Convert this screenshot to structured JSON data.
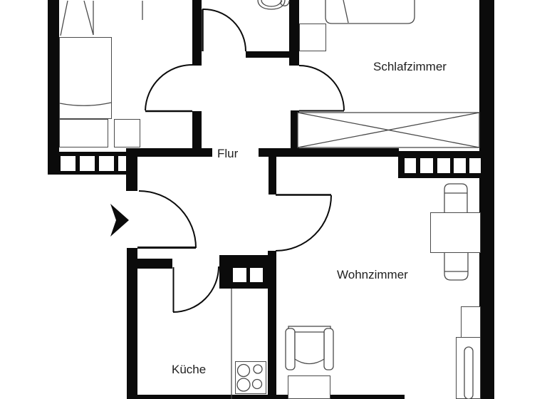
{
  "colors": {
    "wall": "#0b0b0b",
    "line": "#3c3c3c",
    "furniture": "#4a4a4a",
    "background": "#ffffff",
    "text": "#1f1f1f"
  },
  "rooms": {
    "schlafzimmer": {
      "label": "Schlafzimmer"
    },
    "flur": {
      "label": "Flur"
    },
    "wohnzimmer": {
      "label": "Wohnzimmer"
    },
    "kueche": {
      "label": "Küche"
    }
  }
}
